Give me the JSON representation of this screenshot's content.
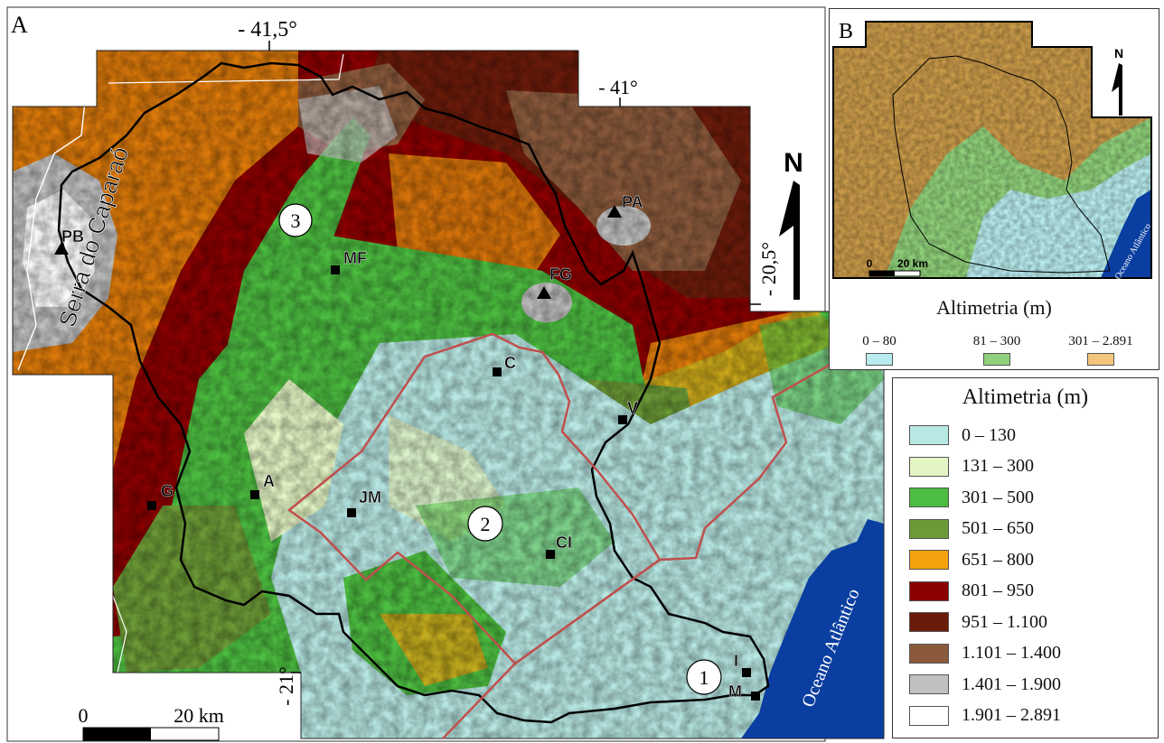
{
  "panel_a": {
    "label": "A",
    "coordinates": {
      "lon_415": "- 41,5°",
      "lon_41": "- 41°",
      "lat_205": "- 20,5°",
      "lat_21": "- 21°"
    },
    "north": "N",
    "mountain_range": "Serra do Caparaó",
    "ocean": "Oceano Atlântico",
    "regions": [
      "1",
      "2",
      "3"
    ],
    "peaks": [
      {
        "code": "PB"
      },
      {
        "code": "PA"
      },
      {
        "code": "FG"
      }
    ],
    "towns": [
      {
        "code": "MF"
      },
      {
        "code": "C"
      },
      {
        "code": "V"
      },
      {
        "code": "G"
      },
      {
        "code": "A"
      },
      {
        "code": "JM"
      },
      {
        "code": "CI"
      },
      {
        "code": "I"
      },
      {
        "code": "M"
      }
    ],
    "scale": {
      "zero": "0",
      "length": "20 km"
    }
  },
  "legend": {
    "title": "Altimetria (m)",
    "items": [
      {
        "label": "0 – 130",
        "color": "#b8e8e4"
      },
      {
        "label": "131 – 300",
        "color": "#e4f5c4"
      },
      {
        "label": "301 – 500",
        "color": "#4cbd40"
      },
      {
        "label": "501 – 650",
        "color": "#6c9a36"
      },
      {
        "label": "651 – 800",
        "color": "#f5a20e"
      },
      {
        "label": "801 – 950",
        "color": "#8b0000"
      },
      {
        "label": "951 – 1.100",
        "color": "#6b1b0a"
      },
      {
        "label": "1.101 – 1.400",
        "color": "#8b5a3c"
      },
      {
        "label": "1.401 – 1.900",
        "color": "#c0c0c0"
      },
      {
        "label": "1.901 – 2.891",
        "color": "#ffffff"
      }
    ]
  },
  "panel_b": {
    "label": "B",
    "north": "N",
    "ocean": "Oceano Atlântico",
    "scale": {
      "zero": "0",
      "length": "20 km"
    },
    "title": "Altimetria (m)",
    "items": [
      {
        "label": "0 – 80",
        "color": "#b8ecee"
      },
      {
        "label": "81 – 300",
        "color": "#8fd07a"
      },
      {
        "label": "301 – 2.891",
        "color": "#f4c57c"
      }
    ]
  },
  "colors": {
    "ocean": "#0a3ea0",
    "boundary": "#000000",
    "zone_line": "#c0504d"
  }
}
